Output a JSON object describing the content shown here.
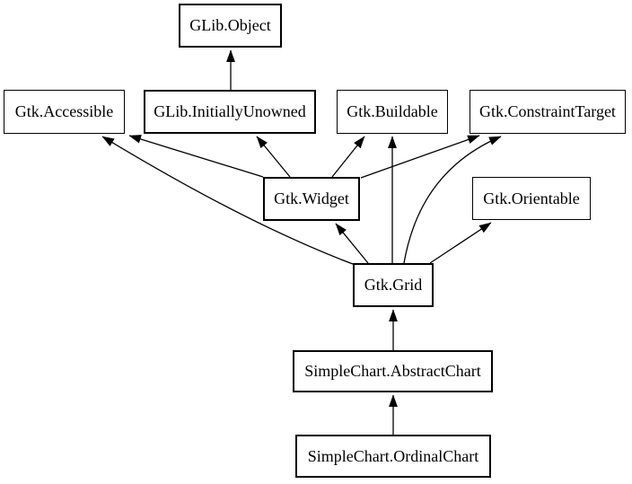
{
  "diagram": {
    "kind": "class-inheritance-graph",
    "background_color": "#ffffff",
    "node_fill_color": "#ffffff",
    "node_border_color": "#000000",
    "edge_color": "#000000",
    "nodes": [
      {
        "id": "glib-object",
        "label": "GLib.Object",
        "kind": "class"
      },
      {
        "id": "gtk-accessible",
        "label": "Gtk.Accessible",
        "kind": "interface"
      },
      {
        "id": "glib-initiallyunowned",
        "label": "GLib.InitiallyUnowned",
        "kind": "class"
      },
      {
        "id": "gtk-buildable",
        "label": "Gtk.Buildable",
        "kind": "interface"
      },
      {
        "id": "gtk-constrainttarget",
        "label": "Gtk.ConstraintTarget",
        "kind": "interface"
      },
      {
        "id": "gtk-widget",
        "label": "Gtk.Widget",
        "kind": "class"
      },
      {
        "id": "gtk-orientable",
        "label": "Gtk.Orientable",
        "kind": "interface"
      },
      {
        "id": "gtk-grid",
        "label": "Gtk.Grid",
        "kind": "class"
      },
      {
        "id": "simplechart-abstractchart",
        "label": "SimpleChart.AbstractChart",
        "kind": "class"
      },
      {
        "id": "simplechart-ordinalchart",
        "label": "SimpleChart.OrdinalChart",
        "kind": "class"
      }
    ],
    "edges": [
      {
        "from": "GLib.InitiallyUnowned",
        "to": "GLib.Object"
      },
      {
        "from": "Gtk.Widget",
        "to": "Gtk.Accessible"
      },
      {
        "from": "Gtk.Widget",
        "to": "GLib.InitiallyUnowned"
      },
      {
        "from": "Gtk.Widget",
        "to": "Gtk.Buildable"
      },
      {
        "from": "Gtk.Widget",
        "to": "Gtk.ConstraintTarget"
      },
      {
        "from": "Gtk.Grid",
        "to": "Gtk.Accessible"
      },
      {
        "from": "Gtk.Grid",
        "to": "Gtk.Widget"
      },
      {
        "from": "Gtk.Grid",
        "to": "Gtk.Buildable"
      },
      {
        "from": "Gtk.Grid",
        "to": "Gtk.ConstraintTarget"
      },
      {
        "from": "Gtk.Grid",
        "to": "Gtk.Orientable"
      },
      {
        "from": "SimpleChart.AbstractChart",
        "to": "Gtk.Grid"
      },
      {
        "from": "SimpleChart.OrdinalChart",
        "to": "SimpleChart.AbstractChart"
      }
    ]
  }
}
